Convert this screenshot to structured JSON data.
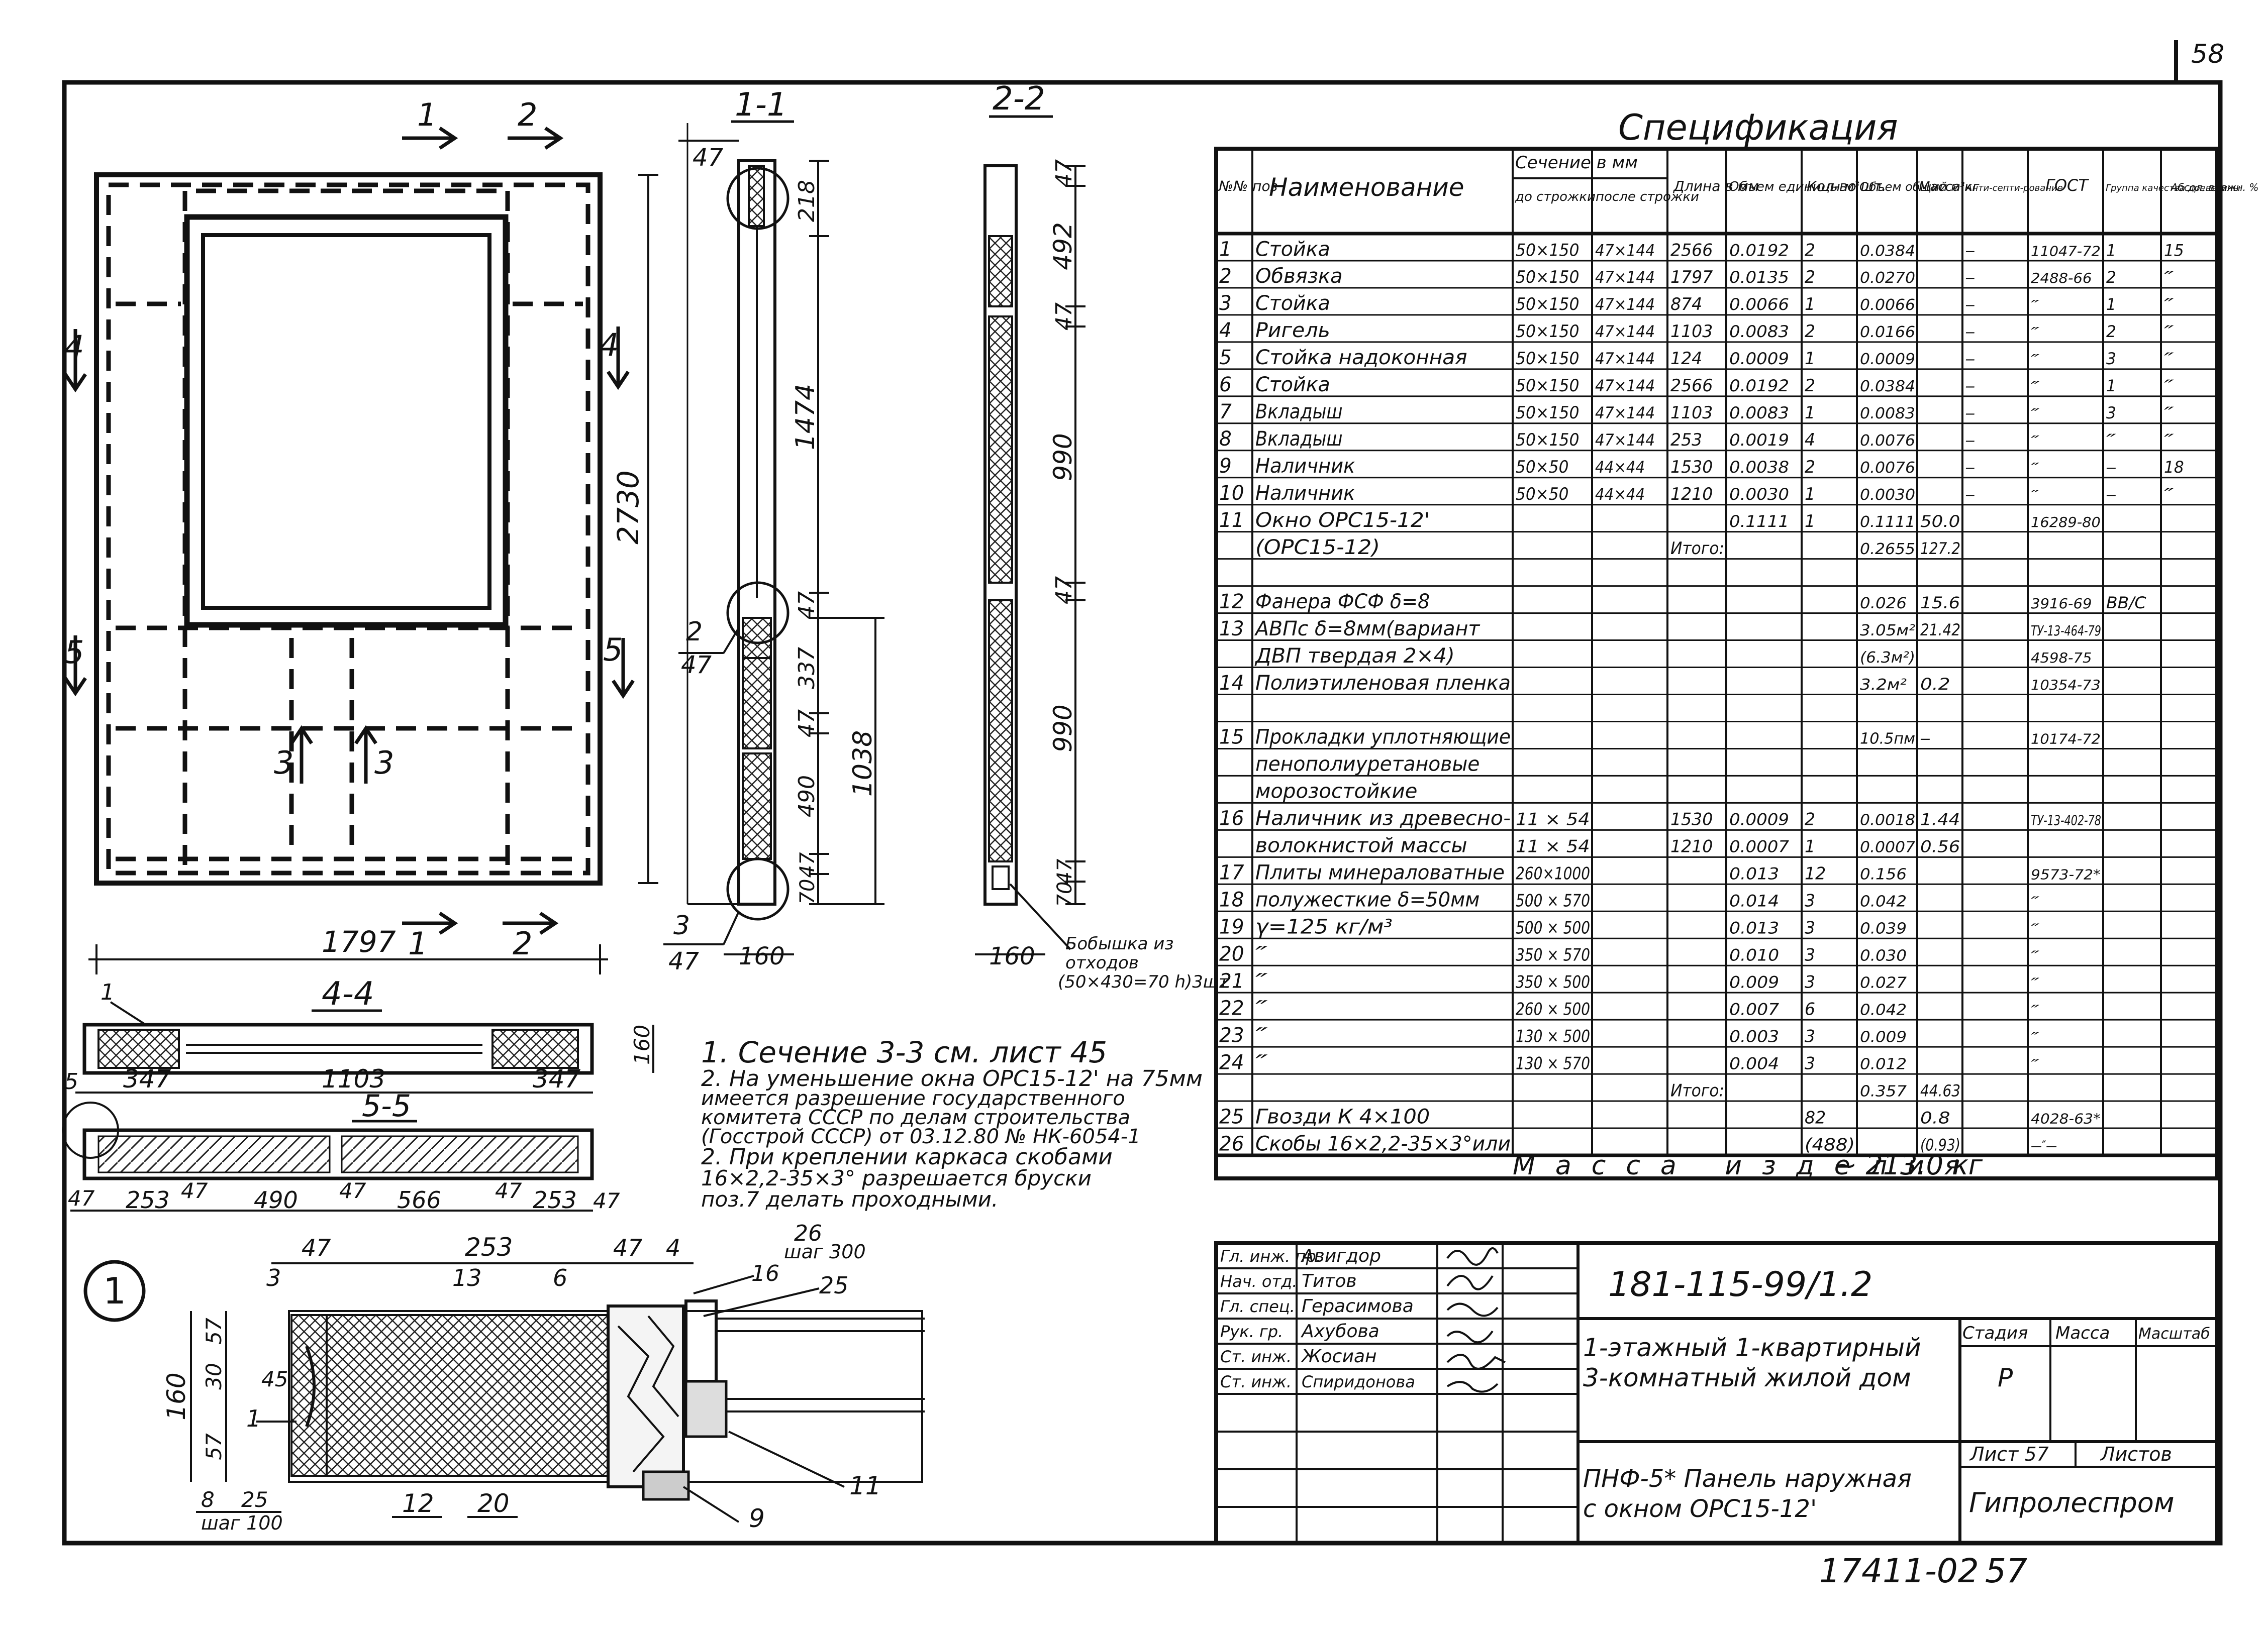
{
  "sheet": {
    "corner_number": "58",
    "bottom_code": "17411-02",
    "bottom_page": "57"
  },
  "views": {
    "front": {
      "cut_top_1": "1",
      "cut_top_2": "2",
      "cut_bottom_1": "1",
      "cut_bottom_2": "2",
      "cut_left_4": "4",
      "cut_right_4": "4",
      "cut_left_5": "5",
      "cut_right_5": "5",
      "cut_3_left": "3",
      "cut_3_right": "3",
      "height_dim": "2730",
      "width_dim": "1797"
    },
    "s11": {
      "title": "1-1",
      "d47_top": "47",
      "d218": "218",
      "d1474": "1474",
      "d47_mid": "47",
      "d337": "337",
      "d47_b": "47",
      "d490": "490",
      "d47_c": "47",
      "d70": "70",
      "d1038": "1038",
      "callout_2": "2",
      "callout_2_47": "47",
      "callout_3": "3",
      "callout_3_47": "47",
      "bottom_160": "160"
    },
    "s22": {
      "title": "2-2",
      "d47a": "47",
      "d492": "492",
      "d47b": "47",
      "d990a": "990",
      "d47c": "47",
      "d990b": "990",
      "d47d": "47",
      "d70": "70",
      "bottom_160": "160",
      "note": [
        "Бобышка из",
        "отходов",
        "(50×430=70 h)3шт"
      ]
    },
    "s44": {
      "title": "4-4",
      "d1": "1",
      "d347a": "347",
      "d1103": "1103",
      "d347b": "347",
      "d160": "160",
      "d5": "5"
    },
    "s55": {
      "title": "5-5",
      "dims": [
        "47",
        "253",
        "47",
        "490",
        "47",
        "566",
        "47",
        "253",
        "47"
      ]
    },
    "detail1": {
      "marker": "1",
      "d47a": "47",
      "d253": "253",
      "d47b": "47",
      "d4": "4",
      "d26": "26",
      "step300": "шаг 300",
      "d3": "3",
      "d13": "13",
      "d6": "6",
      "d16": "16",
      "d25": "25",
      "d160": "160",
      "d57a": "57",
      "d30": "30",
      "d45": "45",
      "d57b": "57",
      "d1": "1",
      "d8": "8",
      "d25b": "25",
      "step100": "шаг 100",
      "d12": "12",
      "d20": "20",
      "d11": "11",
      "d9": "9"
    }
  },
  "notes": [
    "1. Сечение 3-3 см. лист 45",
    "2. На уменьшение окна ОРС15-12' на 75мм",
    "имеется разрешение государственного",
    "комитета СССР по делам строительства",
    "(Госстрой СССР) от 03.12.80 № НК-6054-1",
    "2. При креплении каркаса скобами",
    "16×2,2-35×3° разрешается бруски",
    "поз.7  делать проходными."
  ],
  "spec": {
    "title": "Спецификация",
    "headers": {
      "num": "№№ поз",
      "name": "Наименование",
      "section": "Сечение в мм",
      "section_before": "до строжки",
      "section_after": "после строжки",
      "length": "Длина в мм",
      "vol_unit": "Объем единицы м³",
      "qty": "Кол-во шт.",
      "vol_total": "Объем общий м³",
      "mass": "Масса кг",
      "antisep": "Анти-септи-рование",
      "gost": "ГОСТ",
      "group": "Группа качества древесины",
      "humidity": "Абсол. влажн. %"
    },
    "rows": [
      [
        "1",
        "Стойка",
        "50×150",
        "47×144",
        "2566",
        "0.0192",
        "2",
        "0.0384",
        "",
        "—",
        "11047-72",
        "1",
        "15"
      ],
      [
        "2",
        "Обвязка",
        "50×150",
        "47×144",
        "1797",
        "0.0135",
        "2",
        "0.0270",
        "",
        "—",
        "2488-66",
        "2",
        "″"
      ],
      [
        "3",
        "Стойка",
        "50×150",
        "47×144",
        "874",
        "0.0066",
        "1",
        "0.0066",
        "",
        "—",
        "″",
        "1",
        "″"
      ],
      [
        "4",
        "Ригель",
        "50×150",
        "47×144",
        "1103",
        "0.0083",
        "2",
        "0.0166",
        "",
        "—",
        "″",
        "2",
        "″"
      ],
      [
        "5",
        "Стойка надоконная",
        "50×150",
        "47×144",
        "124",
        "0.0009",
        "1",
        "0.0009",
        "",
        "—",
        "″",
        "3",
        "″"
      ],
      [
        "6",
        "Стойка",
        "50×150",
        "47×144",
        "2566",
        "0.0192",
        "2",
        "0.0384",
        "",
        "—",
        "″",
        "1",
        "″"
      ],
      [
        "7",
        "Вкладыш",
        "50×150",
        "47×144",
        "1103",
        "0.0083",
        "1",
        "0.0083",
        "",
        "—",
        "″",
        "3",
        "″"
      ],
      [
        "8",
        "Вкладыш",
        "50×150",
        "47×144",
        "253",
        "0.0019",
        "4",
        "0.0076",
        "",
        "—",
        "″",
        "″",
        "″"
      ],
      [
        "9",
        "Наличник",
        "50×50",
        "44×44",
        "1530",
        "0.0038",
        "2",
        "0.0076",
        "",
        "—",
        "″",
        "—",
        "18"
      ],
      [
        "10",
        "Наличник",
        "50×50",
        "44×44",
        "1210",
        "0.0030",
        "1",
        "0.0030",
        "",
        "—",
        "″",
        "—",
        "″"
      ],
      [
        "11",
        "Окно ОРС15-12'",
        "",
        "",
        "",
        "0.1111",
        "1",
        "0.1111",
        "50.0",
        "",
        "16289-80",
        "",
        ""
      ],
      [
        "",
        "(ОРС15-12)",
        "",
        "",
        "Итого:",
        "",
        "",
        "0.2655",
        "127.2",
        "",
        "",
        "",
        ""
      ],
      [
        "",
        "",
        "",
        "",
        "",
        "",
        "",
        "",
        "",
        "",
        "",
        "",
        ""
      ],
      [
        "12",
        "Фанера ФСФ δ=8",
        "",
        "",
        "",
        "",
        "",
        "0.026",
        "15.6",
        "",
        "3916-69",
        "ВВ/С",
        ""
      ],
      [
        "13",
        "АВПс δ=8мм(вариант",
        "",
        "",
        "",
        "",
        "",
        "3.05м²",
        "21.42",
        "",
        "ТУ-13-464-79",
        "",
        ""
      ],
      [
        "",
        "ДВП твердая 2×4)",
        "",
        "",
        "",
        "",
        "",
        "(6.3м²)",
        "",
        "",
        "4598-75",
        "",
        ""
      ],
      [
        "14",
        "Полиэтиленовая пленка",
        "",
        "",
        "",
        "",
        "",
        "3.2м²",
        "0.2",
        "",
        "10354-73",
        "",
        ""
      ],
      [
        "",
        "",
        "",
        "",
        "",
        "",
        "",
        "",
        "",
        "",
        "",
        "",
        ""
      ],
      [
        "15",
        "Прокладки уплотняющие",
        "",
        "",
        "",
        "",
        "",
        "10.5пм",
        "—",
        "",
        "10174-72",
        "",
        ""
      ],
      [
        "",
        "пенополиуретановые",
        "",
        "",
        "",
        "",
        "",
        "",
        "",
        "",
        "",
        "",
        ""
      ],
      [
        "",
        "морозостойкие",
        "",
        "",
        "",
        "",
        "",
        "",
        "",
        "",
        "",
        "",
        ""
      ],
      [
        "16",
        "Наличник из древесно-",
        "11 × 54",
        "",
        "1530",
        "0.0009",
        "2",
        "0.0018",
        "1.44",
        "",
        "ТУ-13-402-78",
        "",
        ""
      ],
      [
        "",
        "волокнистой массы",
        "11 × 54",
        "",
        "1210",
        "0.0007",
        "1",
        "0.0007",
        "0.56",
        "",
        "",
        "",
        ""
      ],
      [
        "17",
        "Плиты минераловатные",
        "260×1000",
        "",
        "",
        "0.013",
        "12",
        "0.156",
        "",
        "",
        "9573-72*",
        "",
        ""
      ],
      [
        "18",
        "полужесткие δ=50мм",
        "500 × 570",
        "",
        "",
        "0.014",
        "3",
        "0.042",
        "",
        "",
        "″",
        "",
        ""
      ],
      [
        "19",
        "γ=125 кг/м³",
        "500 × 500",
        "",
        "",
        "0.013",
        "3",
        "0.039",
        "",
        "",
        "″",
        "",
        ""
      ],
      [
        "20",
        "″",
        "350 × 570",
        "",
        "",
        "0.010",
        "3",
        "0.030",
        "",
        "",
        "″",
        "",
        ""
      ],
      [
        "21",
        "″",
        "350 × 500",
        "",
        "",
        "0.009",
        "3",
        "0.027",
        "",
        "",
        "″",
        "",
        ""
      ],
      [
        "22",
        "″",
        "260 × 500",
        "",
        "",
        "0.007",
        "6",
        "0.042",
        "",
        "",
        "″",
        "",
        ""
      ],
      [
        "23",
        "″",
        "130 × 500",
        "",
        "",
        "0.003",
        "3",
        "0.009",
        "",
        "",
        "″",
        "",
        ""
      ],
      [
        "24",
        "″",
        "130 × 570",
        "",
        "",
        "0.004",
        "3",
        "0.012",
        "",
        "",
        "″",
        "",
        ""
      ],
      [
        "",
        "",
        "",
        "",
        "Итого:",
        "",
        "",
        "0.357",
        "44.63",
        "",
        "",
        "",
        ""
      ],
      [
        "25",
        "Гвозди К 4×100",
        "",
        "",
        "",
        "",
        "82",
        "",
        "0.8",
        "",
        "4028-63*",
        "",
        ""
      ],
      [
        "26",
        "Скобы 16×2,2-35×3°или",
        "",
        "",
        "",
        "",
        "(488)",
        "",
        "(0.93)",
        "",
        "—″—",
        "",
        ""
      ]
    ],
    "mass_label": "Масса изделия",
    "mass_value": "~ 213.0 кг"
  },
  "title_block": {
    "roles": [
      "Гл. инж. пр.",
      "Нач. отд.",
      "Гл. спец.",
      "Рук. гр.",
      "Ст. инж.",
      "Ст. инж."
    ],
    "people": [
      "Авигдор",
      "Титов",
      "Герасимова",
      "Ахубова",
      "Жосиан",
      "Спиридонова"
    ],
    "doc_code": "181-115-99/1.2",
    "project": [
      "1-этажный 1-квартирный",
      "3-комнатный жилой дом"
    ],
    "drawing": [
      "ПНФ-5* Панель наружная",
      "с окном ОРС15-12'"
    ],
    "stage_h": "Стадия",
    "mass_h": "Масса",
    "scale_h": "Масштаб",
    "stage": "Р",
    "sheet_h": "Лист 57",
    "sheets_h": "Листов",
    "org": "Гипролеспром"
  }
}
